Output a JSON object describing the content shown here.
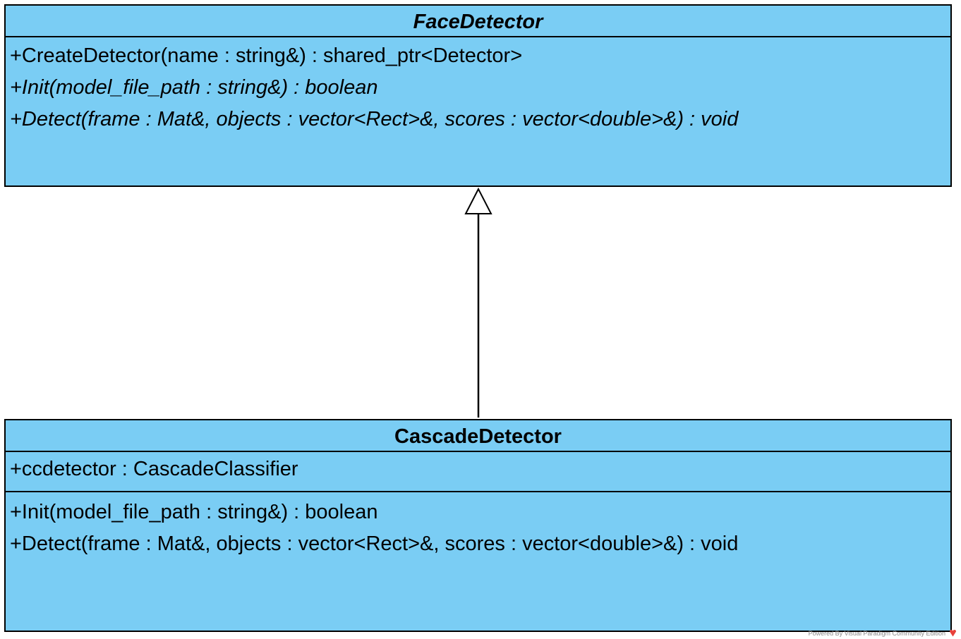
{
  "diagram": {
    "classes": {
      "face_detector": {
        "name": "FaceDetector",
        "operations": [
          "+CreateDetector(name : string&) : shared_ptr<Detector>",
          "+Init(model_file_path : string&) : boolean",
          "+Detect(frame : Mat&, objects : vector<Rect>&, scores : vector<double>&) : void"
        ]
      },
      "cascade_detector": {
        "name": "CascadeDetector",
        "attributes": [
          "+ccdetector : CascadeClassifier"
        ],
        "operations": [
          "+Init(model_file_path : string&) : boolean",
          "+Detect(frame : Mat&, objects : vector<Rect>&, scores : vector<double>&) : void"
        ]
      }
    },
    "relationships": [
      {
        "type": "generalization",
        "from": "CascadeDetector",
        "to": "FaceDetector"
      }
    ],
    "colors": {
      "class_fill": "#7acdf4",
      "border": "#000000",
      "credit_text": "#8a8a8a",
      "logo": "#e8403a"
    },
    "footer": {
      "credit": "Powered By  Visual Paradigm Community Edition"
    }
  }
}
